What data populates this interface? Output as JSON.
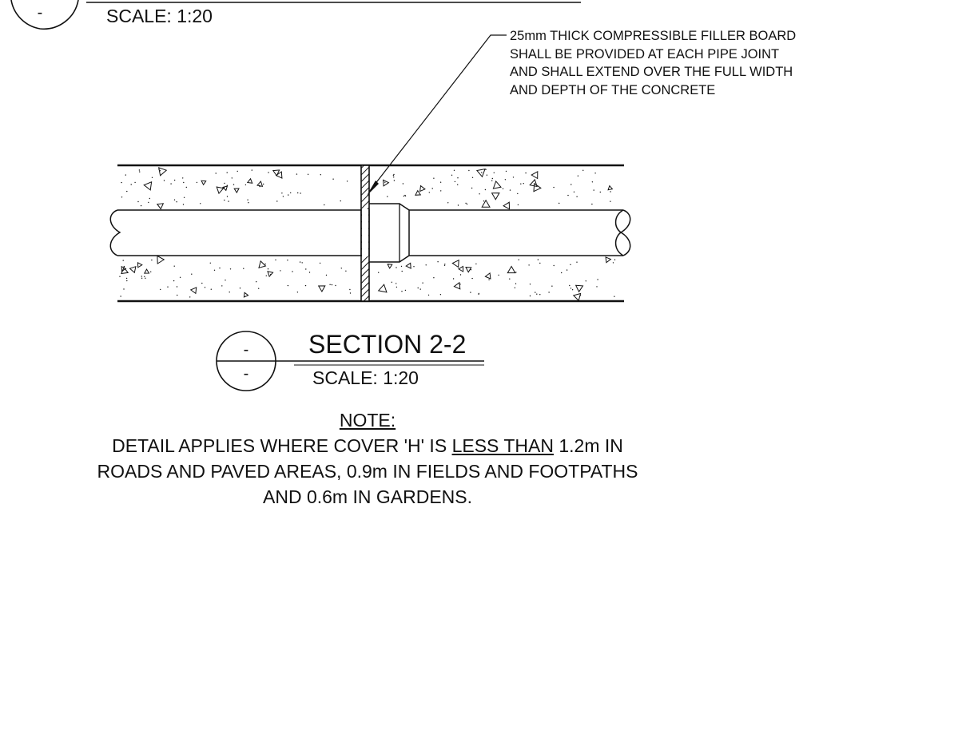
{
  "top_detail": {
    "bubble_bottom": "-",
    "scale_text": "SCALE: 1:20"
  },
  "callout": {
    "lines": [
      "25mm THICK COMPRESSIBLE FILLER BOARD",
      "SHALL BE PROVIDED AT EACH PIPE JOINT",
      "AND SHALL EXTEND OVER THE FULL WIDTH",
      "AND DEPTH OF THE CONCRETE"
    ]
  },
  "section": {
    "title": "SECTION 2-2",
    "scale_text": "SCALE: 1:20",
    "bubble_top": "-",
    "bubble_bottom": "-"
  },
  "note": {
    "heading": "NOTE:",
    "line1_part1": "DETAIL APPLIES WHERE COVER 'H' IS ",
    "line1_underlined": "LESS THAN",
    "line1_part2": " 1.2m IN",
    "line2": "ROADS AND PAVED AREAS, 0.9m IN FIELDS AND FOOTPATHS",
    "line3": "AND 0.6m IN GARDENS."
  },
  "colors": {
    "ink": "#111111",
    "background": "#ffffff"
  }
}
